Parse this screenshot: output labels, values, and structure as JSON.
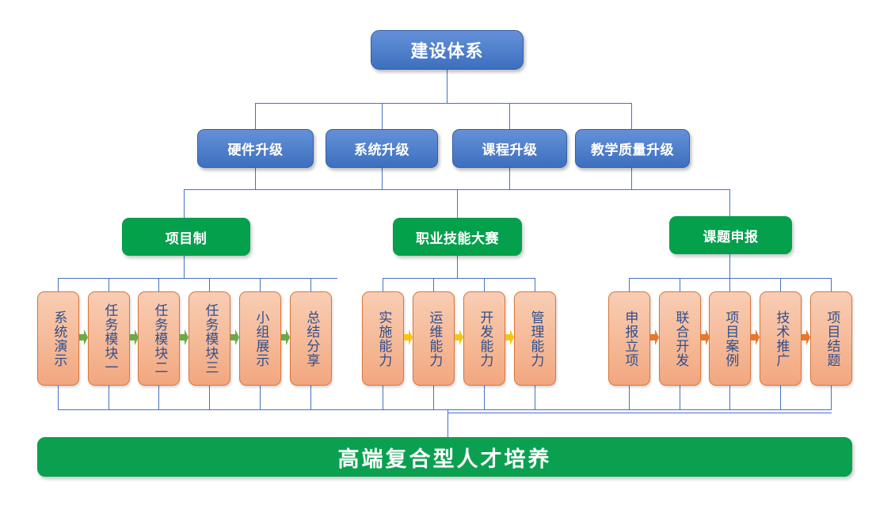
{
  "diagram": {
    "title_root": "建设体系",
    "level2": [
      {
        "label": "硬件升级"
      },
      {
        "label": "系统升级"
      },
      {
        "label": "课程升级"
      },
      {
        "label": "教学质量升级"
      }
    ],
    "level3": [
      {
        "label": "项目制"
      },
      {
        "label": "职业技能大赛"
      },
      {
        "label": "课题申报"
      }
    ],
    "groups": [
      {
        "parent": "项目制",
        "arrow_color": "#6aaa47",
        "steps": [
          "系统演示",
          "任务模块一",
          "任务模块二",
          "任务模块三",
          "小组展示",
          "总结分享"
        ]
      },
      {
        "parent": "职业技能大赛",
        "arrow_color": "#f5c518",
        "steps": [
          "实施能力",
          "运维能力",
          "开发能力",
          "管理能力"
        ]
      },
      {
        "parent": "课题申报",
        "arrow_color": "#e8762c",
        "steps": [
          "申报立项",
          "联合开发",
          "项目案例",
          "技术推广",
          "项目结题"
        ]
      }
    ],
    "footer": "高端复合型人才培养",
    "colors": {
      "blue_fill": "#4472c4",
      "blue_top": "#6590d8",
      "blue_bottom": "#3d6fbe",
      "green_fill": "#05a04c",
      "green_bar": "#0aa050",
      "orange_top": "#f8cdb4",
      "orange_bottom": "#f2a77f",
      "orange_border": "#d9763c",
      "orange_text": "#2f4f8f",
      "connector": "#4472c4"
    }
  }
}
